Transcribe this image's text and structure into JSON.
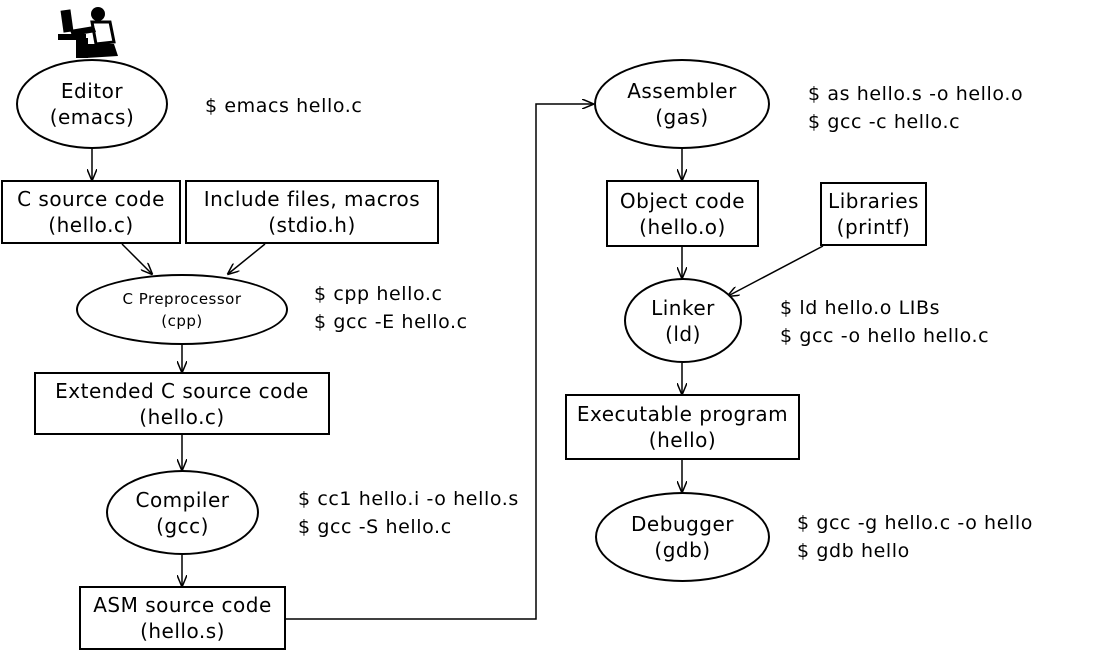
{
  "nodes": {
    "editor": {
      "line1": "Editor",
      "line2": "(emacs)"
    },
    "c_source": {
      "line1": "C source code",
      "line2": "(hello.c)"
    },
    "include_files": {
      "line1": "Include files, macros",
      "line2": "(stdio.h)"
    },
    "preprocessor": {
      "line1": "C Preprocessor",
      "line2": "(cpp)"
    },
    "extended_source": {
      "line1": "Extended C source code",
      "line2": "(hello.c)"
    },
    "compiler": {
      "line1": "Compiler",
      "line2": "(gcc)"
    },
    "asm_source": {
      "line1": "ASM source code",
      "line2": "(hello.s)"
    },
    "assembler": {
      "line1": "Assembler",
      "line2": "(gas)"
    },
    "object_code": {
      "line1": "Object code",
      "line2": "(hello.o)"
    },
    "libraries": {
      "line1": "Libraries",
      "line2": "(printf)"
    },
    "linker": {
      "line1": "Linker",
      "line2": "(ld)"
    },
    "executable": {
      "line1": "Executable program",
      "line2": "(hello)"
    },
    "debugger": {
      "line1": "Debugger",
      "line2": "(gdb)"
    }
  },
  "commands": {
    "editor": [
      "$ emacs hello.c"
    ],
    "preprocessor": [
      "$ cpp hello.c",
      "$ gcc -E hello.c"
    ],
    "compiler": [
      "$ cc1 hello.i -o hello.s",
      "$ gcc -S hello.c"
    ],
    "assembler": [
      "$ as hello.s -o hello.o",
      "$ gcc -c hello.c"
    ],
    "linker": [
      "$ ld hello.o LIBs",
      "$ gcc -o hello hello.c"
    ],
    "debugger": [
      "$ gcc -g hello.c -o hello",
      "$ gdb hello"
    ]
  }
}
